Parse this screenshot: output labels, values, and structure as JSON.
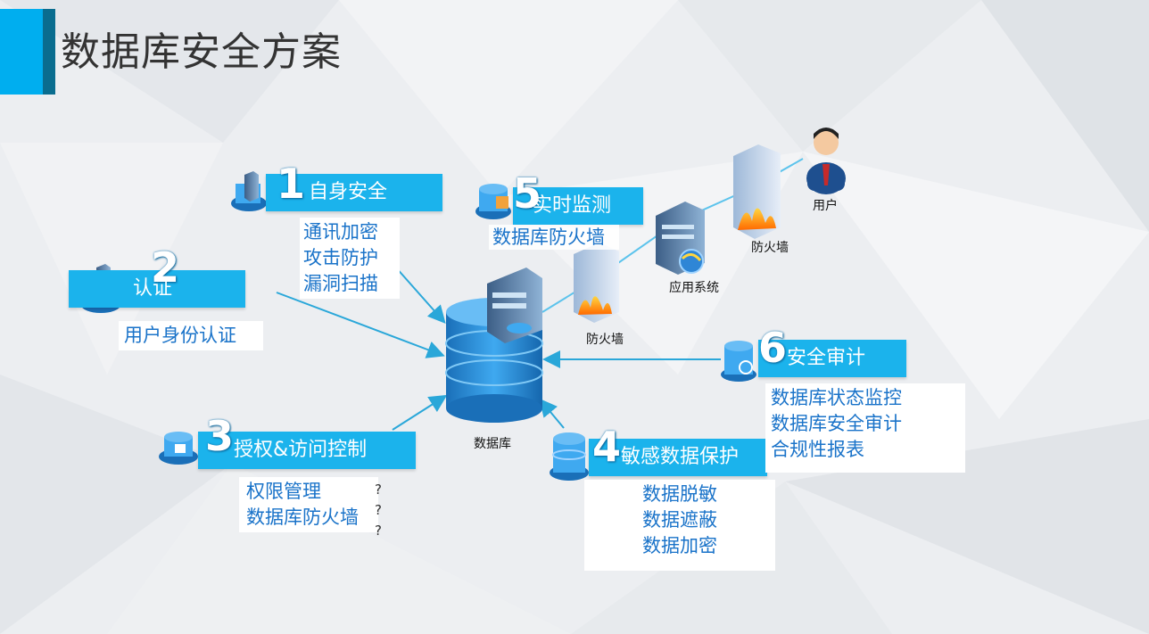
{
  "title": "数据库安全方案",
  "nodes": {
    "database": "数据库",
    "firewall_db": "防火墙",
    "app_system": "应用系统",
    "firewall_user": "防火墙",
    "user": "用户"
  },
  "items": [
    {
      "num": "1",
      "title": "自身安全",
      "lines": [
        "通讯加密",
        "攻击防护",
        "漏洞扫描"
      ]
    },
    {
      "num": "2",
      "title": "认证",
      "lines": [
        "用户身份认证"
      ]
    },
    {
      "num": "3",
      "title": "授权&访问控制",
      "lines": [
        "权限管理",
        "数据库防火墙"
      ]
    },
    {
      "num": "4",
      "title": "敏感数据保护",
      "lines": [
        "数据脱敏",
        "数据遮蔽",
        "数据加密"
      ]
    },
    {
      "num": "5",
      "title": "实时监测",
      "lines": [
        "数据库防火墙"
      ]
    },
    {
      "num": "6",
      "title": "安全审计",
      "lines": [
        "数据库状态监控",
        "数据库安全审计",
        "合规性报表"
      ]
    }
  ],
  "colors": {
    "accent": "#1bb3ec",
    "text_blue": "#1a73c9",
    "arrow": "#2aa7d9"
  }
}
